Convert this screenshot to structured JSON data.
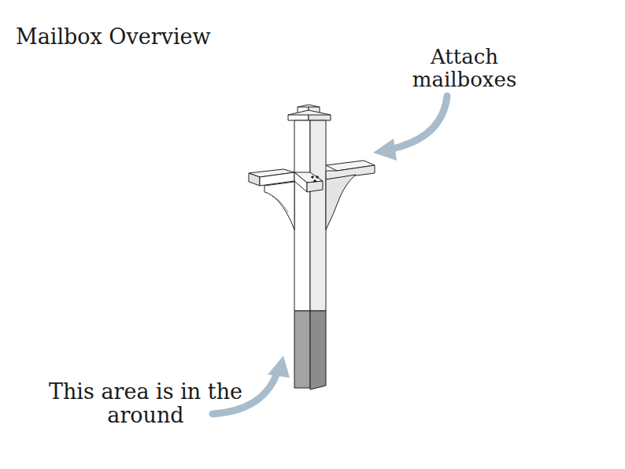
{
  "diagram": {
    "title": "Mailbox Overview",
    "labels": [
      "Attach mailboxes",
      "This area is in the around"
    ]
  }
}
